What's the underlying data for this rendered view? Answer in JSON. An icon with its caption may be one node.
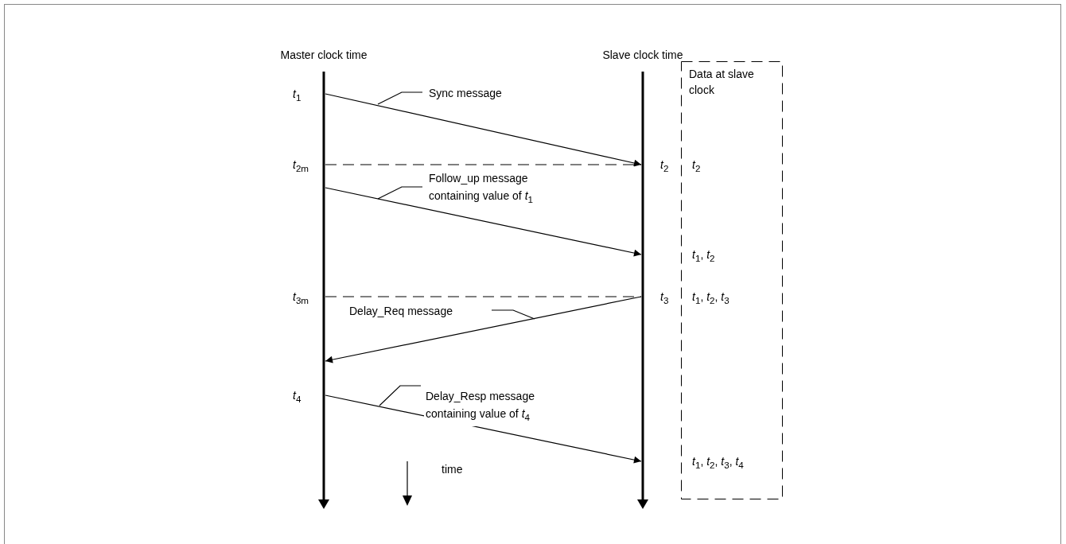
{
  "diagram": {
    "nodes": [
      {
        "text": [
          "Master clock time"
        ]
      },
      {
        "text": [
          "Slave clock time"
        ]
      },
      {
        "text": [
          "Data at slave clock",
          "*t*$_{2}$",
          "*t*$_{1}$, *t*$_{2}$",
          "*t*$_{1}$, *t*$_{2}$, *t*$_{3}$",
          "*t*$_{1}$, *t*$_{2}$, *t*$_{3}$, *t*$_{4}$"
        ]
      }
    ],
    "edges": [
      {
        "from": 0,
        "to": 1,
        "arrow": "to",
        "label": "Sync message"
      },
      {
        "from": 0,
        "to": 1,
        "arrow": "none",
        "style": "dashed"
      },
      {
        "from": 0,
        "to": 1,
        "arrow": "to",
        "label": "Follow_up message containing value of *t*$_{1}$"
      },
      {
        "from": 0,
        "to": 1,
        "arrow": "none",
        "style": "dashed"
      },
      {
        "from": 1,
        "to": 0,
        "arrow": "to",
        "label": "Delay_Req message"
      },
      {
        "from": 0,
        "to": 1,
        "arrow": "to",
        "label": "Delay_Resp message containing value of *t*$_{4}$"
      }
    ],
    "labels": [
      "*t*$_{1}$",
      "*t*$_{2m}$",
      "*t*$_{2}$",
      "*t*$_{3m}$",
      "*t*$_{3}$",
      "*t*$_{4}$",
      "time"
    ]
  }
}
